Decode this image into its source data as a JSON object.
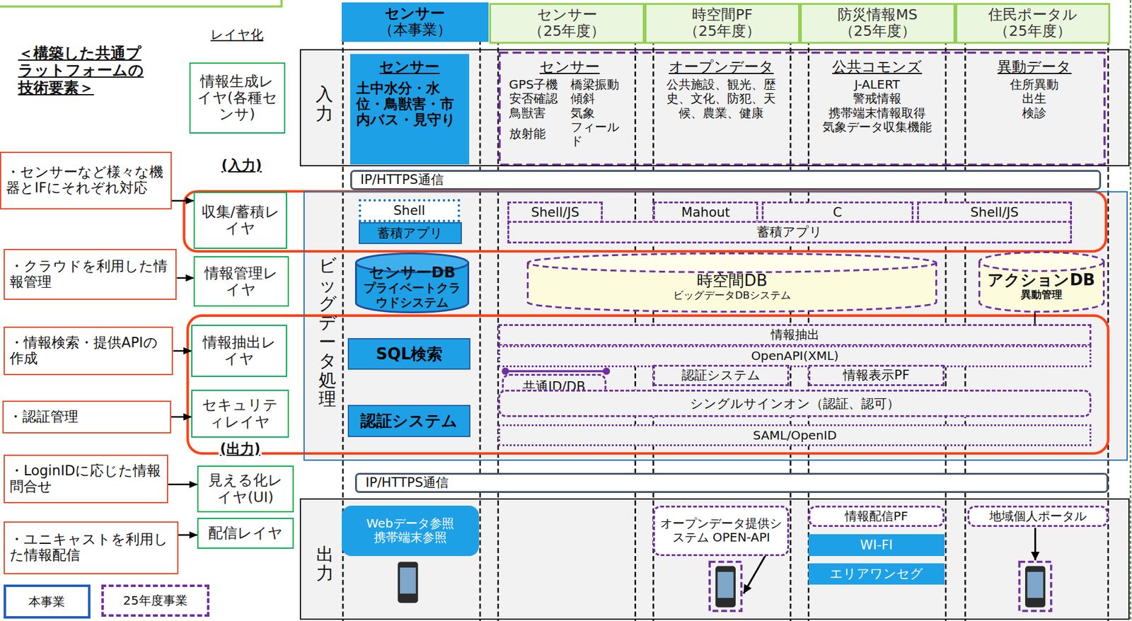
{
  "diagram": {
    "title": "＜構築した共通プラットフォームの技術要素＞",
    "nodes": [
      {
        "text": [
          "センサー",
          "（本事業）"
        ]
      },
      {
        "text": [
          "センサー",
          "（25年度）"
        ]
      },
      {
        "text": [
          "時空間PF",
          "（25年度）"
        ]
      },
      {
        "text": [
          "防災情報MS",
          "（25年度）"
        ]
      },
      {
        "text": [
          "住民ポータル",
          "（25年度）"
        ]
      },
      {
        "text": [
          "情報生成レイヤ(各種センサ)"
        ]
      },
      {
        "text": [
          "・センサーなど様々な機器とIFにそれぞれ対応"
        ]
      },
      {
        "text": [
          "収集/蓄積レイヤ"
        ]
      },
      {
        "text": [
          "・クラウドを利用した情報管理"
        ]
      },
      {
        "text": [
          "情報管理レイヤ"
        ]
      },
      {
        "text": [
          "・情報検索・提供APIの作成"
        ]
      },
      {
        "text": [
          "情報抽出レイヤ"
        ]
      },
      {
        "text": [
          "・認証管理"
        ]
      },
      {
        "text": [
          "セキュリティレイヤ"
        ]
      },
      {
        "text": [
          "・LoginIDに応じた情報問合せ"
        ]
      },
      {
        "text": [
          "見える化レイヤ(UI)"
        ]
      },
      {
        "text": [
          "・ユニキャストを利用した情報配信"
        ]
      },
      {
        "text": [
          "配信レイヤ"
        ]
      },
      {
        "text": [
          "入力"
        ]
      },
      {
        "text": [
          "センサー",
          "土中水分・水位・鳥獣害・市内バス・見守り"
        ],
        "in": 18
      },
      {
        "text": [
          "センサー",
          "GPS子機",
          "橋梁振動",
          "安否確認",
          "傾斜",
          "鳥獣害",
          "気象",
          "放射能",
          "フィールド"
        ],
        "in": 18
      },
      {
        "text": [
          "オープンデータ",
          "公共施設、観光、歴史、文化、防犯、天候、農業、健康"
        ],
        "in": 18
      },
      {
        "text": [
          "公共コモンズ",
          "J-ALERT",
          "警戒情報",
          "携帯端末情報取得",
          "気象データ収集機能"
        ],
        "in": 18
      },
      {
        "text": [
          "異動データ",
          "住所異動",
          "出生",
          "検診"
        ],
        "in": 18
      },
      {
        "text": [
          "IP/HTTPS通信"
        ]
      },
      {
        "text": [
          "ビッグデータ処理"
        ]
      },
      {
        "text": [
          "Shell"
        ],
        "in": 25
      },
      {
        "text": [
          "蓄積アプリ"
        ],
        "in": 25
      },
      {
        "text": [
          "Shell/JS"
        ],
        "in": 25
      },
      {
        "text": [
          "Mahout"
        ],
        "in": 25
      },
      {
        "text": [
          "C"
        ],
        "in": 25
      },
      {
        "text": [
          "Shell/JS"
        ],
        "in": 25
      },
      {
        "text": [
          "蓄積アプリ"
        ],
        "in": 25
      },
      {
        "text": [
          "センサーDB",
          "プライベートクラウドシステム"
        ],
        "in": 25
      },
      {
        "text": [
          "時空間DB",
          "ビッグデータDBシステム"
        ],
        "in": 25
      },
      {
        "text": [
          "アクションDB",
          "異動管理"
        ],
        "in": 25
      },
      {
        "text": [
          "SQL検索"
        ],
        "in": 25
      },
      {
        "text": [
          "情報抽出"
        ],
        "in": 25
      },
      {
        "text": [
          "OpenAPI(XML)"
        ],
        "in": 25
      },
      {
        "text": [
          "共通ID/DB"
        ],
        "in": 25
      },
      {
        "text": [
          "認証システム"
        ],
        "in": 25
      },
      {
        "text": [
          "情報表示PF"
        ],
        "in": 25
      },
      {
        "text": [
          "シングルサインオン（認証、認可）"
        ],
        "in": 25
      },
      {
        "text": [
          "SAML/OpenID"
        ],
        "in": 25
      },
      {
        "text": [
          "認証システム"
        ],
        "in": 25
      },
      {
        "text": [
          "IP/HTTPS通信"
        ]
      },
      {
        "text": [
          "出力"
        ]
      },
      {
        "text": [
          "Webデータ参照 携帯端末参照"
        ],
        "in": 46
      },
      {
        "text": [
          "オープンデータ提供システム OPEN-API"
        ],
        "in": 46
      },
      {
        "text": [
          "情報配信PF"
        ],
        "in": 46
      },
      {
        "text": [
          "WI-FI"
        ],
        "in": 46
      },
      {
        "text": [
          "エリアワンセグ"
        ],
        "in": 46
      },
      {
        "text": [
          "地域個人ポータル"
        ],
        "in": 46
      }
    ],
    "edges": [
      {
        "from": 6,
        "to": 7,
        "arrow": "to"
      },
      {
        "from": 8,
        "to": 9,
        "arrow": "to"
      },
      {
        "from": 10,
        "to": 11,
        "arrow": "to"
      },
      {
        "from": 12,
        "to": 13,
        "arrow": "to"
      },
      {
        "from": 14,
        "to": 15,
        "arrow": "to"
      },
      {
        "from": 16,
        "to": 17,
        "arrow": "to"
      },
      {
        "from": 35,
        "to": 37,
        "arrow": "none"
      }
    ],
    "labels": [
      "レイヤ化",
      "(入力)",
      "(出力)"
    ],
    "legend": [
      {
        "text": "本事業"
      },
      {
        "text": "25年度事業"
      }
    ]
  }
}
